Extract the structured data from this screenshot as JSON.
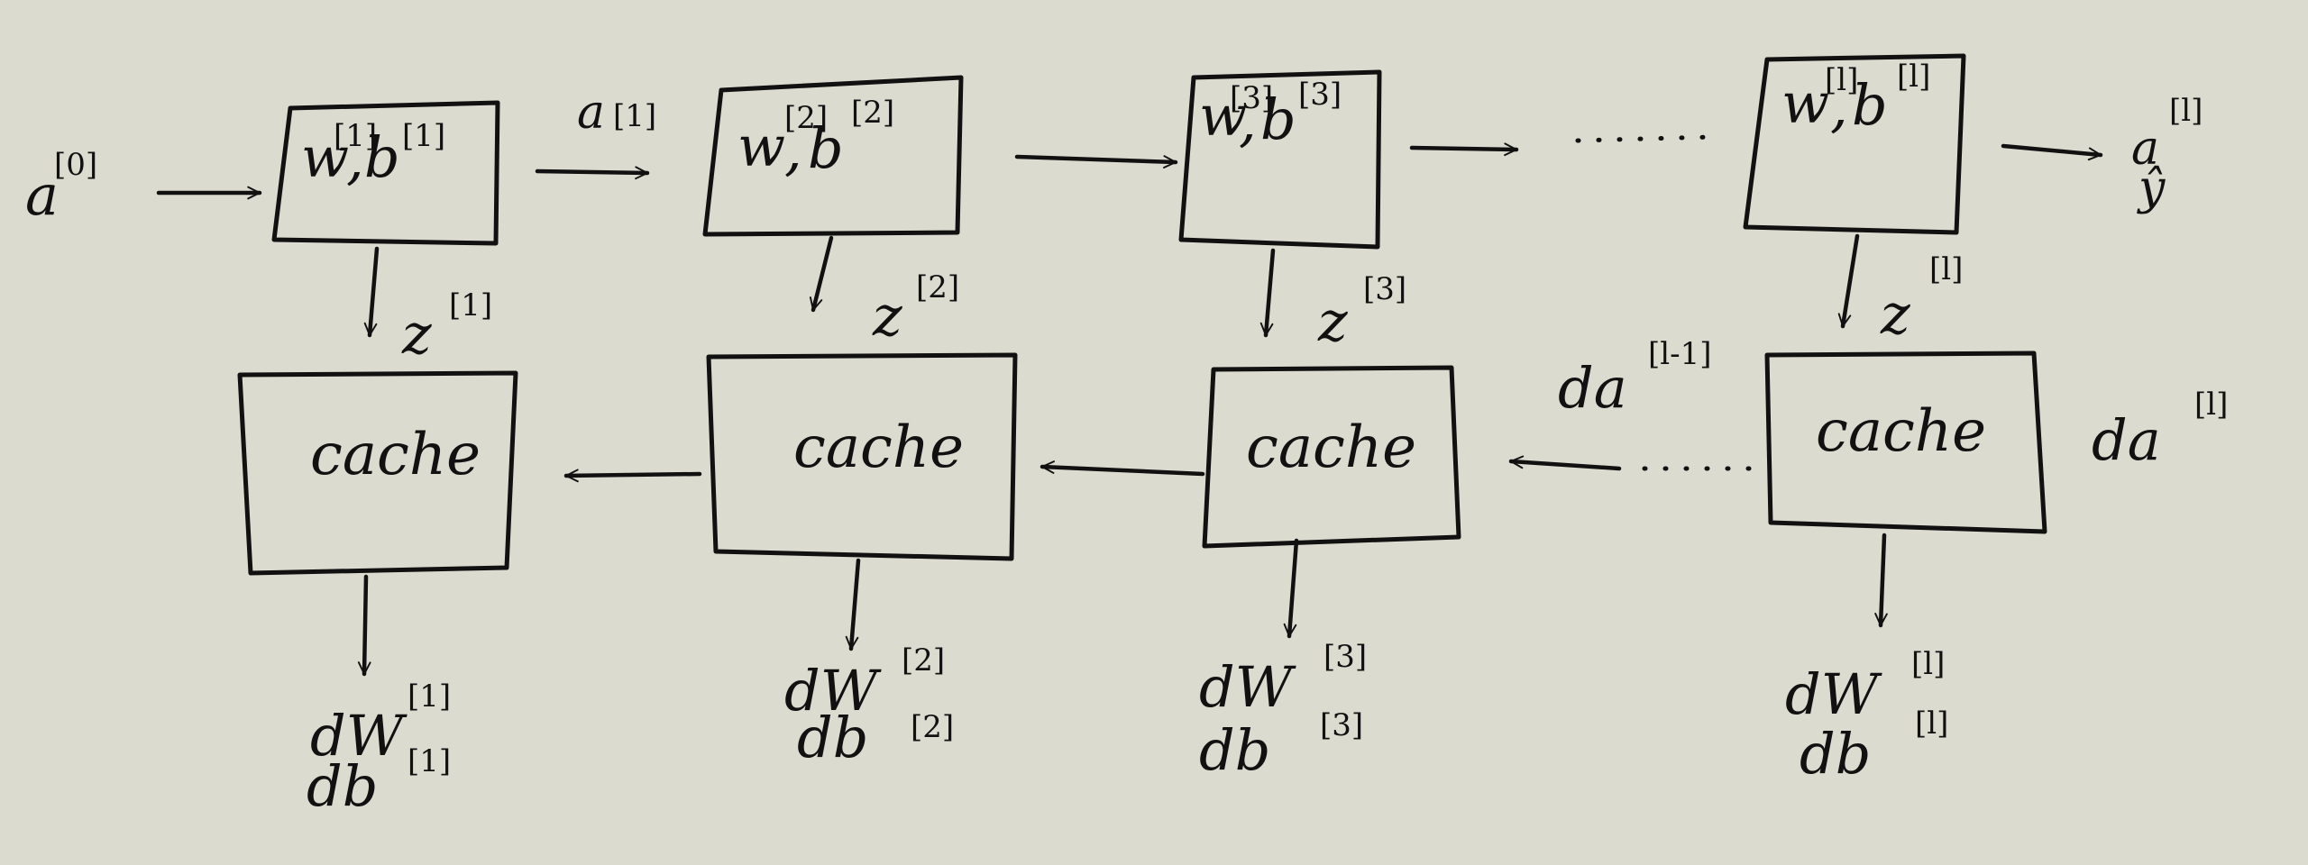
{
  "forward": {
    "input": "a",
    "input_sup": "[0]",
    "boxes": [
      {
        "w": "w",
        "sep": ",",
        "b": "b",
        "w_sup": "[1]",
        "b_sup": "[1]"
      },
      {
        "w": "w",
        "sep": ",",
        "b": "b",
        "w_sup": "[2]",
        "b_sup": "[2]"
      },
      {
        "w": "w",
        "sep": ",",
        "b": "b",
        "w_sup": "[3]",
        "b_sup": "[3]"
      },
      {
        "w": "w",
        "sep": ",",
        "b": "b",
        "w_sup": "[l]",
        "b_sup": "[l]"
      }
    ],
    "a1": "a",
    "a1_sup": "[1]",
    "ellipsis": "· · · ·",
    "output": "a",
    "output_sup": "[l]",
    "output_yhat": "ŷ"
  },
  "z_labels": [
    {
      "z": "z",
      "sup": "[1]"
    },
    {
      "z": "z",
      "sup": "[2]"
    },
    {
      "z": "z",
      "sup": "[3]"
    },
    {
      "z": "z",
      "sup": "[l]"
    }
  ],
  "backward": {
    "cache_labels": [
      "cache",
      "cache",
      "cache",
      "cache"
    ],
    "da_l": "da",
    "da_l_sup": "[l]",
    "da_lm1": "da",
    "da_lm1_sup": "[l-1]",
    "ellipsis": "· · ·"
  },
  "grads": [
    {
      "dw": "dW",
      "dw_sup": "[1]",
      "db": "db",
      "db_sup": "[1]"
    },
    {
      "dw": "dW",
      "dw_sup": "[2]",
      "db": "db",
      "db_sup": "[2]"
    },
    {
      "dw": "dW",
      "dw_sup": "[3]",
      "db": "db",
      "db_sup": "[3]"
    },
    {
      "dw": "dW",
      "dw_sup": "[l]",
      "db": "db",
      "db_sup": "[l]"
    }
  ]
}
